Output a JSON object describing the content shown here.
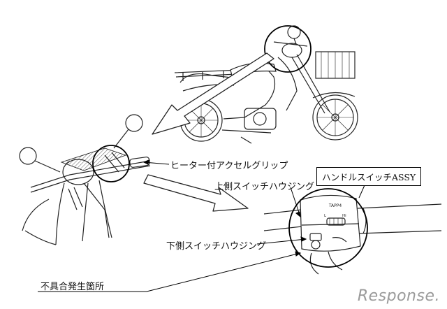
{
  "labels": {
    "heater_grip": "ヒーター付アクセルグリップ",
    "handle_switch": "ハンドルスイッチASSY",
    "upper_housing": "上側スイッチハウジング",
    "lower_housing": "下側スイッチハウジング",
    "defect_location": "不具合発生箇所"
  },
  "switch_markings": {
    "model": "TAPP4",
    "low": "L",
    "high": "Hi"
  },
  "watermark": "Response."
}
